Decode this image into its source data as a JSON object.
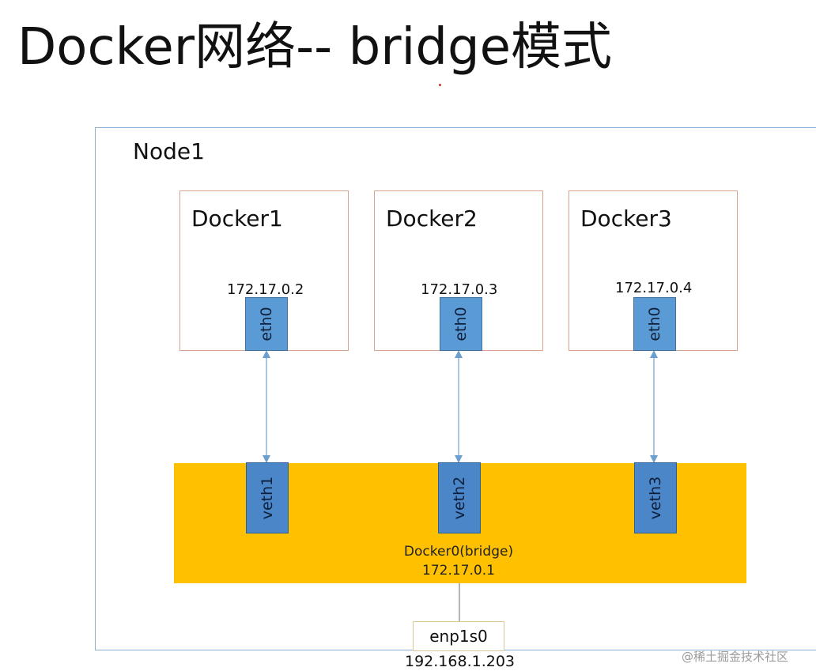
{
  "title": "Docker网络-- bridge模式",
  "node": {
    "label": "Node1"
  },
  "containers": [
    {
      "name": "Docker1",
      "ip": "172.17.0.2",
      "iface": "eth0",
      "veth": "veth1"
    },
    {
      "name": "Docker2",
      "ip": "172.17.0.3",
      "iface": "eth0",
      "veth": "veth2"
    },
    {
      "name": "Docker3",
      "ip": "172.17.0.4",
      "iface": "eth0",
      "veth": "veth3"
    }
  ],
  "bridge": {
    "name": "Docker0(bridge)",
    "ip": "172.17.0.1"
  },
  "host_nic": {
    "name": "enp1s0",
    "ip": "192.168.1.203"
  },
  "watermark": "@稀土掘金技术社区",
  "colors": {
    "bridge": "#ffc000",
    "iface": "#5b9bd5",
    "node_border": "#8ab0d6",
    "container_border": "#d9a48e"
  }
}
